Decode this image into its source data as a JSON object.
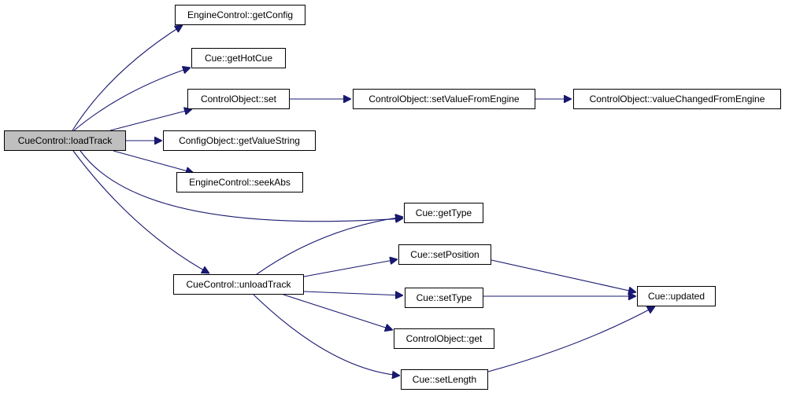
{
  "colors": {
    "edge": "#191970",
    "node_border": "#000000",
    "node_fill": "#ffffff",
    "root_fill": "#bfbfbf"
  },
  "nodes": {
    "cuecontrol_loadtrack": "CueControl::loadTrack",
    "enginecontrol_getconfig": "EngineControl::getConfig",
    "cue_gethotcue": "Cue::getHotCue",
    "controlobject_set": "ControlObject::set",
    "controlobject_setvaluefromengine": "ControlObject::setValueFromEngine",
    "controlobject_valuechangedfromengine": "ControlObject::valueChangedFromEngine",
    "configobject_getvaluestring": "ConfigObject::getValueString",
    "enginecontrol_seekabs": "EngineControl::seekAbs",
    "cue_gettype": "Cue::getType",
    "cuecontrol_unloadtrack": "CueControl::unloadTrack",
    "cue_setposition": "Cue::setPosition",
    "cue_updated": "Cue::updated",
    "cue_settype": "Cue::setType",
    "controlobject_get": "ControlObject::get",
    "cue_setlength": "Cue::setLength"
  },
  "edges": [
    [
      "cuecontrol_loadtrack",
      "enginecontrol_getconfig"
    ],
    [
      "cuecontrol_loadtrack",
      "cue_gethotcue"
    ],
    [
      "cuecontrol_loadtrack",
      "controlobject_set"
    ],
    [
      "cuecontrol_loadtrack",
      "configobject_getvaluestring"
    ],
    [
      "cuecontrol_loadtrack",
      "enginecontrol_seekabs"
    ],
    [
      "cuecontrol_loadtrack",
      "cue_gettype"
    ],
    [
      "cuecontrol_loadtrack",
      "cuecontrol_unloadtrack"
    ],
    [
      "controlobject_set",
      "controlobject_setvaluefromengine"
    ],
    [
      "controlobject_setvaluefromengine",
      "controlobject_valuechangedfromengine"
    ],
    [
      "cuecontrol_unloadtrack",
      "cue_gettype"
    ],
    [
      "cuecontrol_unloadtrack",
      "cue_setposition"
    ],
    [
      "cuecontrol_unloadtrack",
      "cue_settype"
    ],
    [
      "cuecontrol_unloadtrack",
      "controlobject_get"
    ],
    [
      "cuecontrol_unloadtrack",
      "cue_setlength"
    ],
    [
      "cue_setposition",
      "cue_updated"
    ],
    [
      "cue_settype",
      "cue_updated"
    ],
    [
      "cue_setlength",
      "cue_updated"
    ]
  ]
}
